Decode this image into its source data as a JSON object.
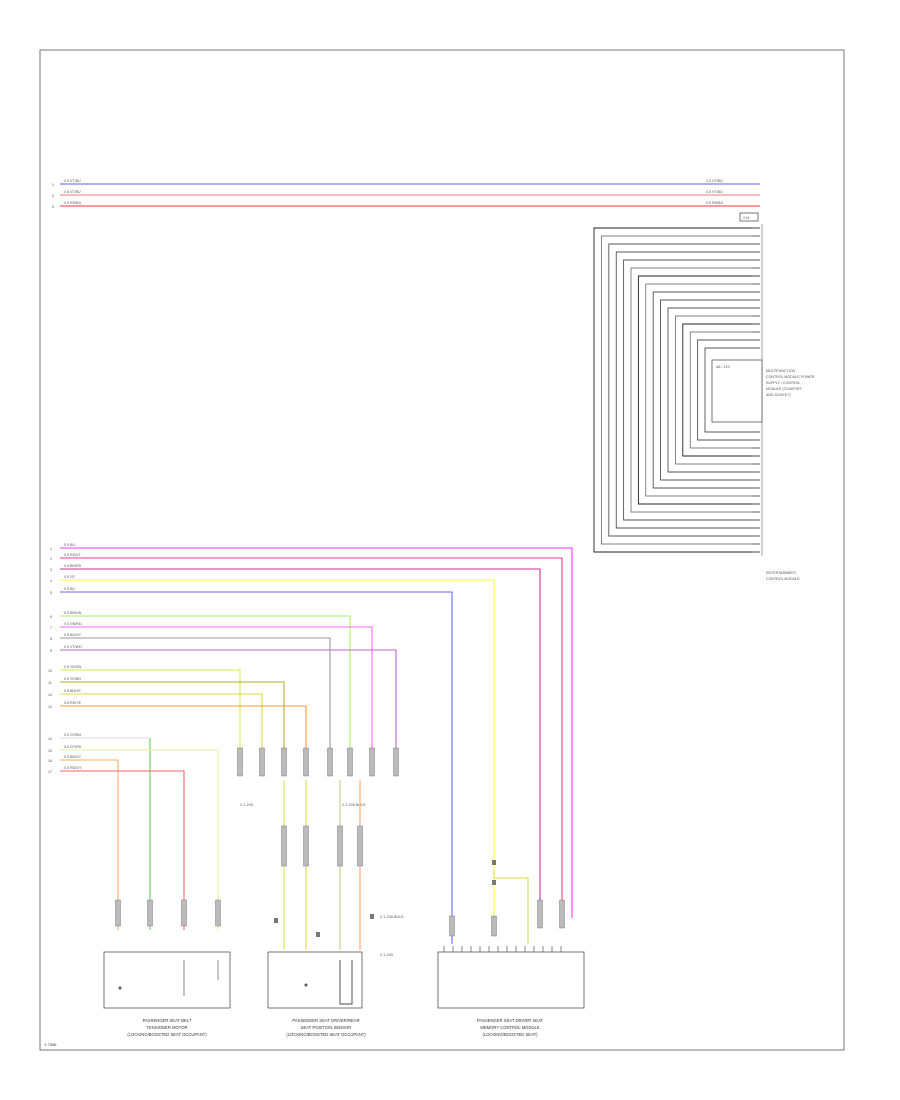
{
  "frame_label": "Y-7986",
  "top_bus": {
    "left_pins": [
      "1",
      "2",
      "3"
    ],
    "wires": [
      {
        "code": "0.5 VT/BU",
        "color": "#5b5bff"
      },
      {
        "code": "0.5 VT/BU",
        "color": "#ff7777"
      },
      {
        "code": "0.5 RD/BU",
        "color": "#ff3333"
      }
    ],
    "right_tag": "X14"
  },
  "module_top": {
    "inner_label": "A8 / 1X4",
    "title_lines": [
      "MULTIFUNCTION",
      "CONTROL MODULE POWER",
      "SUPPLY / CONTROL",
      "MODULE (COMFORT",
      "AND SOCKET)"
    ],
    "bottom_label_lines": [
      "ENTERTAINMENT",
      "CONTROL MODULE"
    ]
  },
  "mid_bus": {
    "group1": [
      {
        "pin": "1",
        "code": "0.5 BU",
        "color": "#ff33ff"
      },
      {
        "pin": "2",
        "code": "0.5 RD/VT",
        "color": "#ff3399"
      },
      {
        "pin": "3",
        "code": "0.5 BN/RD",
        "color": "#cc3399"
      },
      {
        "pin": "4",
        "code": "0.5 YE",
        "color": "#ffff33"
      },
      {
        "pin": "5",
        "code": "0.5 BU",
        "color": "#6666ff"
      }
    ],
    "group2": [
      {
        "pin": "6",
        "code": "0.5 BN/GN",
        "color": "#aaee66"
      },
      {
        "pin": "7",
        "code": "0.5 GN/RD",
        "color": "#ff66ff"
      },
      {
        "pin": "8",
        "code": "0.5 BU/GY",
        "color": "#999999"
      },
      {
        "pin": "9",
        "code": "0.5 VT/WH",
        "color": "#bb66cc"
      }
    ],
    "group3": [
      {
        "pin": "10",
        "code": "0.5 YE/GN",
        "color": "#ccee44"
      },
      {
        "pin": "11",
        "code": "0.5 YE/BN",
        "color": "#bbaa33"
      },
      {
        "pin": "12",
        "code": "0.5 BN/YE",
        "color": "#dddd44"
      },
      {
        "pin": "13",
        "code": "0.5 RD/YE",
        "color": "#ff9933"
      }
    ],
    "group4": [
      {
        "pin": "14",
        "code": "0.5 GY/BU",
        "color": "#dddddd"
      },
      {
        "pin": "15",
        "code": "0.5 GY/RD",
        "color": "#66cc66"
      },
      {
        "pin": "16",
        "code": "0.5 BN/GY",
        "color": "#eeee99"
      },
      {
        "pin": "17",
        "code": "0.5 RD/GY",
        "color": "#ff6666"
      }
    ]
  },
  "splice_labels": {
    "left": "X 1-2X5",
    "right": "X 2-2X6 BULK"
  },
  "connector_labels": {
    "upper": "X 1-2X6 BULK",
    "lower": "X 1-2X5"
  },
  "components": [
    {
      "caption": [
        "PASSENGER SEAT BELT",
        "TENSIONER MOTOR",
        "(LOCKING/BOOSTED SEAT OCCUPANT)"
      ]
    },
    {
      "caption": [
        "PASSENGER SEAT DRIVER/REAR",
        "SEAT POSITION SENSOR",
        "(LOCKING/BOOSTED SEAT OCCUPANT)"
      ]
    },
    {
      "caption": [
        "PASSENGER SEAT DRIVER SEAT",
        "MEMORY CONTROL MODULE",
        "(LOCKING/BOOSTED SEAT)"
      ]
    }
  ],
  "colors": {
    "frame": "#777777",
    "box": "#555555"
  }
}
